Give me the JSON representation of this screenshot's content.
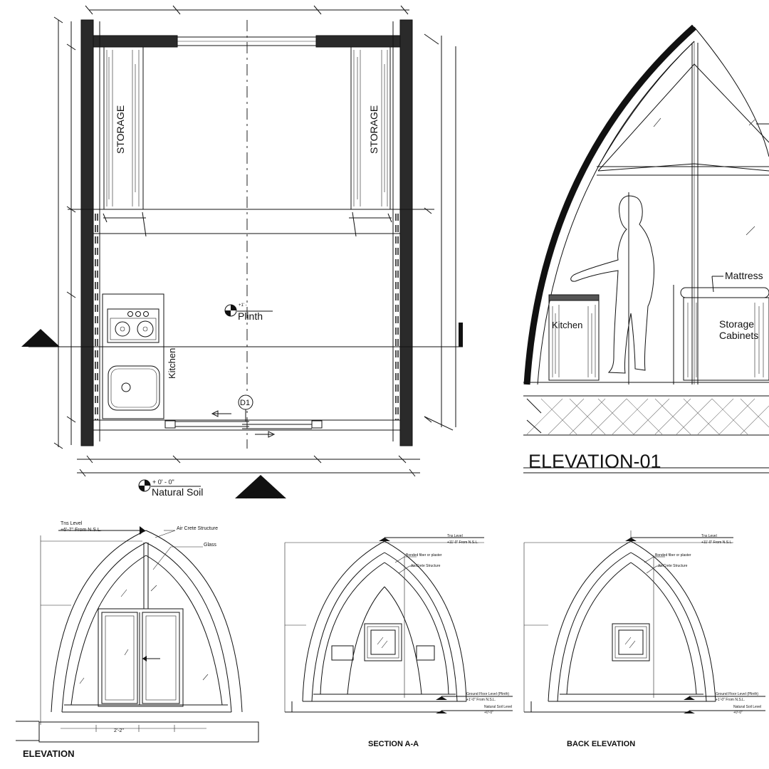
{
  "plan": {
    "storage_left": "STORAGE",
    "storage_right": "STORAGE",
    "kitchen": "Kitchen",
    "plinth_level": "+1' -",
    "plinth": "Plinth",
    "door_tag": "D1",
    "soil_level": "+ 0' - 0\"",
    "soil": "Natural Soil"
  },
  "elevation01": {
    "kitchen": "Kitchen",
    "mattress": "Mattress",
    "storage_line1": "Storage",
    "storage_line2": "Cabinets",
    "title": "ELEVATION-01"
  },
  "front": {
    "tns_level": "Tns Level",
    "tns_value": "+6'-7\" From N.S.L.",
    "aircrete": "Air Crete Structure",
    "glass": "Glass",
    "dim": "2'-2\"",
    "title": "ELEVATION"
  },
  "section": {
    "tns_level": "Tns Level",
    "tns_value": "+11'-0\" From N.S.L.",
    "bonded": "Bonded fiber or plaster",
    "aircrete": "Air Crete Structure",
    "gfl": "Ground Floor Level (Plinth)",
    "gfl_value": "+1'-0\" From N.S.L.",
    "nsl": "Natural Soil Level",
    "nsl_value": "+0'-0\"",
    "title": "SECTION A-A"
  },
  "back": {
    "tns_level": "Tns Level",
    "tns_value": "+11'-0\" From N.S.L.",
    "bonded": "Bonded fiber or plaster",
    "aircrete": "Air Crete Structure",
    "gfl": "Ground Floor Level (Plinth)",
    "gfl_value": "+1'-0\" From N.S.L.",
    "nsl": "Natural Soil Level",
    "nsl_value": "+0'-0\"",
    "title": "BACK ELEVATION"
  }
}
